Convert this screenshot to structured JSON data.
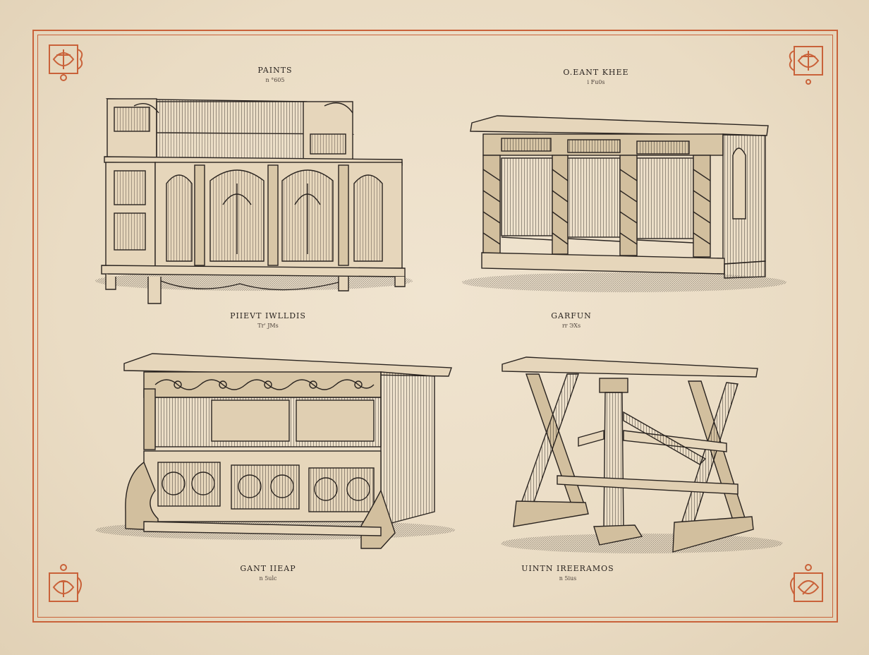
{
  "plate": {
    "accent_color": "#c9623a",
    "ink_color": "#2a2420",
    "paper_color": "#ede0ca"
  },
  "captions": [
    {
      "title": "PAINTS",
      "sub": "n °605"
    },
    {
      "title": "O.EANT     KHEE",
      "sub": "i Fu0s"
    },
    {
      "title": "PIIEVT     IWLLDIS",
      "sub": "Tr' JMs"
    },
    {
      "title": "GARFUN",
      "sub": "rr ЭXs"
    },
    {
      "title": "GANT     IIEAP",
      "sub": "n 5ulc"
    },
    {
      "title": "UINTN     IREERAMOS",
      "sub": "n 5ius"
    }
  ],
  "icons": {
    "corner": "ornamental-monogram-icon"
  }
}
